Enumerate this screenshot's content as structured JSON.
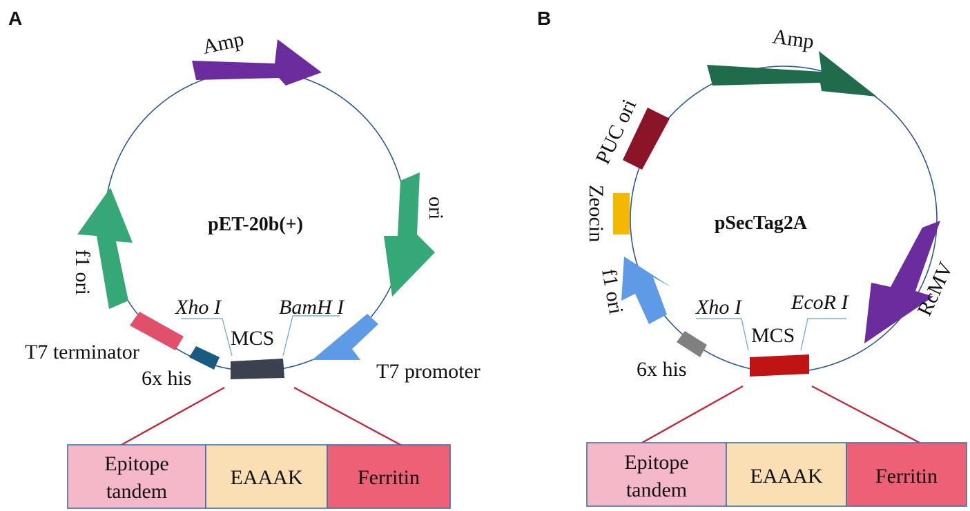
{
  "colors": {
    "green": "#36a878",
    "dark_green": "#1f6b4c",
    "purple": "#6b2d9e",
    "light_blue": "#5f9ae6",
    "pink_red": "#e0506a",
    "dark_teal": "#185a80",
    "dark_gray": "#3c4150",
    "dark_red": "#8c1428",
    "yellow": "#f5b800",
    "gray": "#808080",
    "red": "#c01414",
    "box_pink": "#f5b8c8",
    "box_peach": "#fbdfb4",
    "box_red": "#ee6076"
  },
  "panel_a": {
    "letter": "A",
    "plasmid_name": "pET-20b(+)",
    "features": {
      "amp": "Amp",
      "ori": "ori",
      "t7_promoter": "T7 promoter",
      "t7_terminator": "T7 terminator",
      "his_tag": "6x his",
      "f1_ori": "f1 ori",
      "mcs": "MCS"
    },
    "sites": {
      "left": "Xho  I",
      "right": "BamH I"
    },
    "construct": [
      "Epitope\ntandem",
      "EAAAK",
      "Ferritin"
    ]
  },
  "panel_b": {
    "letter": "B",
    "plasmid_name": "pSecTag2A",
    "features": {
      "amp": "Amp",
      "puc_ori": "PUC ori",
      "zeocin": "Zeocin",
      "f1_ori": "f1 ori",
      "rcmv": "RcMV",
      "his_tag": "6x his",
      "mcs": "MCS"
    },
    "sites": {
      "left": "Xho  I",
      "right": "EcoR  I"
    },
    "construct": [
      "Epitope\ntandem",
      "EAAAK",
      "Ferritin"
    ]
  }
}
